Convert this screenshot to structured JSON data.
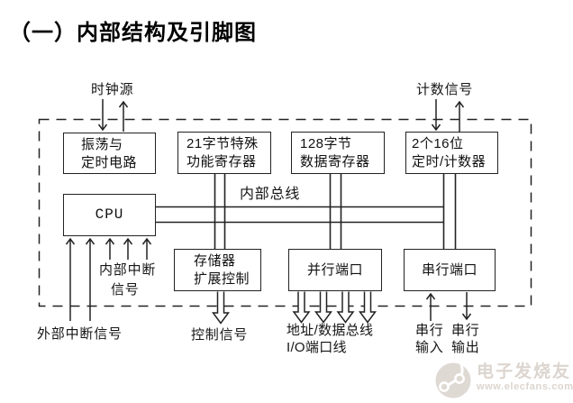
{
  "title": "（一）内部结构及引脚图",
  "diagram": {
    "boxes": {
      "oscillator": {
        "lines": [
          "振荡与",
          "定时电路"
        ]
      },
      "sfr": {
        "lines": [
          "21字节特殊",
          "功能寄存器"
        ]
      },
      "ram": {
        "lines": [
          "128字节",
          "数据寄存器"
        ]
      },
      "timer": {
        "lines": [
          "2个16位",
          "定时/计数器"
        ]
      },
      "cpu": {
        "label": "CPU"
      },
      "mem_ctrl": {
        "lines": [
          "存储器",
          "扩展控制"
        ]
      },
      "parallel_port": {
        "label": "并行端口"
      },
      "serial_port": {
        "label": "串行端口"
      }
    },
    "labels": {
      "clock_source": "时钟源",
      "count_signal": "计数信号",
      "internal_bus": "内部总线",
      "internal_interrupt": {
        "line1": "内部中断",
        "line2": "信号"
      },
      "external_interrupt": "外部中断信号",
      "control_signal": "控制信号",
      "addr_data_bus": {
        "line1": "地址/数据总线",
        "line2": "I/O端口线"
      },
      "serial_in": {
        "line1": "串行",
        "line2": "输入"
      },
      "serial_out": {
        "line1": "串行",
        "line2": "输出"
      }
    },
    "colors": {
      "line": "#222222",
      "watermark": "#dcd5cf"
    }
  },
  "watermark": {
    "brand": "电子发烧友",
    "url": "www.elecfans.com"
  }
}
